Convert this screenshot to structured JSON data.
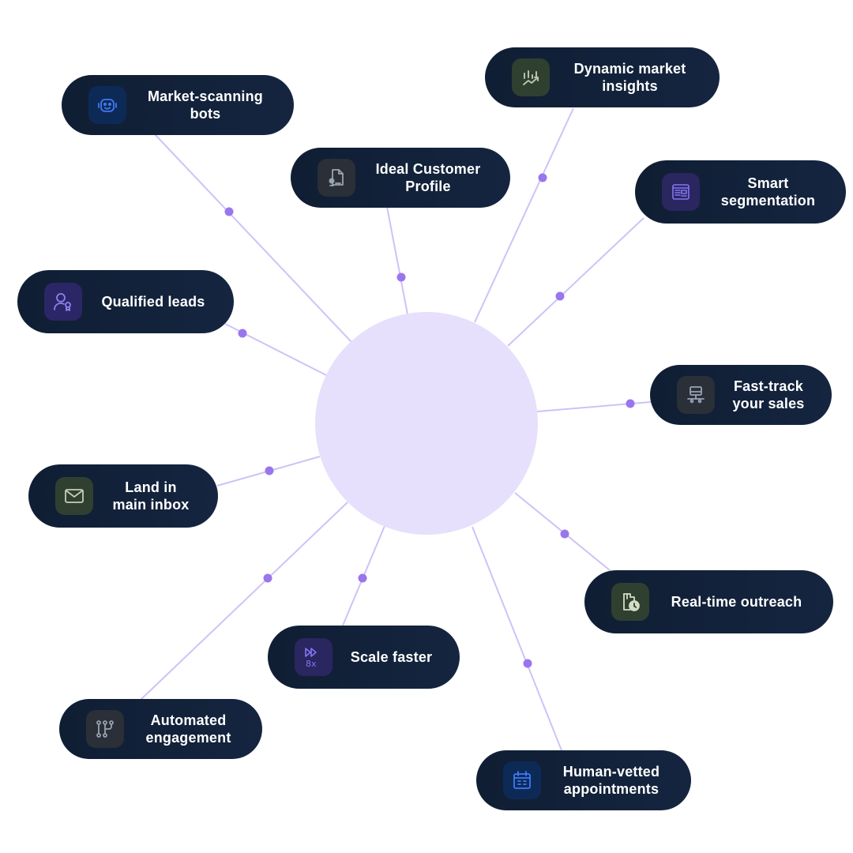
{
  "nodes": [
    {
      "id": "market-scanning-bots",
      "icon": "robot-icon",
      "accent": "#2f6cf0",
      "tile": "#0d2a57",
      "line1": "Market-scanning",
      "line2": "bots"
    },
    {
      "id": "ideal-customer-profile",
      "icon": "document-profile-icon",
      "accent": "#9aa3b2",
      "tile": "#2a2f38",
      "line1": "Ideal Customer",
      "line2": "Profile"
    },
    {
      "id": "dynamic-market-insights",
      "icon": "chart-trend-icon",
      "accent": "#a8b39a",
      "tile": "#2f4030",
      "line1": "Dynamic market",
      "line2": "insights"
    },
    {
      "id": "smart-segmentation",
      "icon": "segmentation-icon",
      "accent": "#7f6ff0",
      "tile": "#2a2660",
      "line1": "Smart",
      "line2": "segmentation"
    },
    {
      "id": "qualified-leads",
      "icon": "user-badge-icon",
      "accent": "#8d7ff2",
      "tile": "#2b2766",
      "line1": "Qualified leads",
      "line2": ""
    },
    {
      "id": "fast-track-sales",
      "icon": "network-monitor-icon",
      "accent": "#9aa3b2",
      "tile": "#2a2f38",
      "line1": "Fast-track",
      "line2": "your sales"
    },
    {
      "id": "land-in-main-inbox",
      "icon": "envelope-icon",
      "accent": "#b5bfa8",
      "tile": "#2f4030",
      "line1": "Land in",
      "line2": "main inbox"
    },
    {
      "id": "real-time-outreach",
      "icon": "clock-file-icon",
      "accent": "#c2cbb3",
      "tile": "#2f4030",
      "line1": "Real-time outreach",
      "line2": ""
    },
    {
      "id": "scale-faster",
      "icon": "fast-forward-8x-icon",
      "accent": "#7f6ff0",
      "tile": "#2a2660",
      "line1": "Scale faster",
      "line2": ""
    },
    {
      "id": "automated-engagement",
      "icon": "workflow-icon",
      "accent": "#9aa3b2",
      "tile": "#2a2f38",
      "line1": "Automated",
      "line2": "engagement"
    },
    {
      "id": "human-vetted-appointments",
      "icon": "calendar-icon",
      "accent": "#2f6cf0",
      "tile": "#0d2a57",
      "line1": "Human-vetted",
      "line2": "appointments"
    }
  ],
  "colors": {
    "hub": "#e6e0fc",
    "connector": "#cfc2f7",
    "dot": "#9a76ee",
    "pill": "#0f1e33"
  }
}
